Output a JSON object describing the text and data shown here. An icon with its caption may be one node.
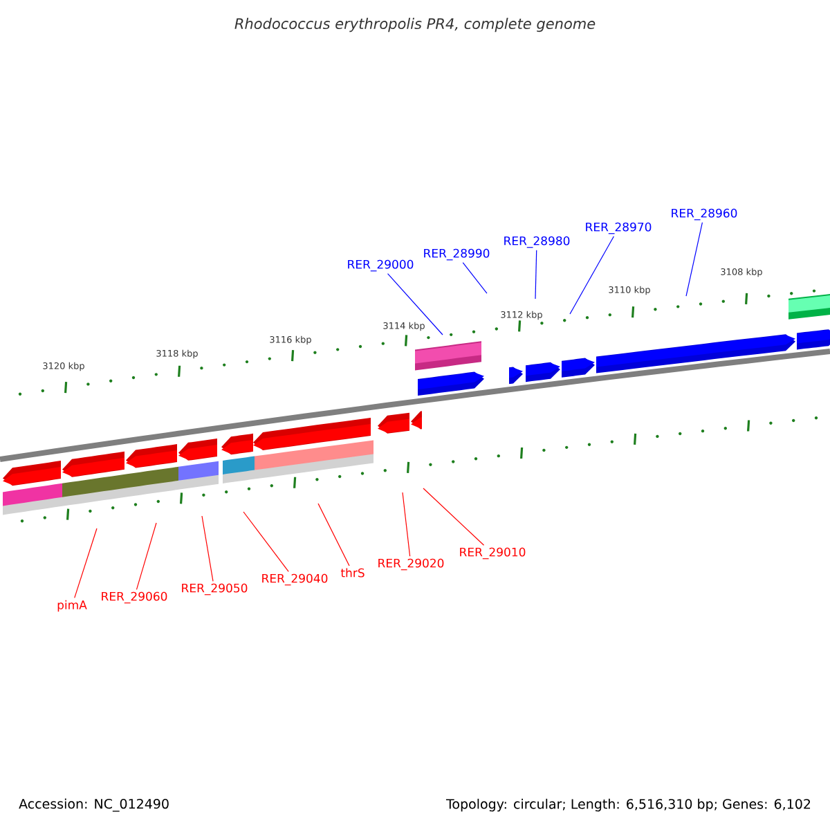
{
  "diagram": {
    "title": "Rhodococcus erythropolis PR4, complete genome",
    "nodes": [
      {
        "text": [
          "RER_29000"
        ]
      },
      {
        "text": [
          "RER_28990"
        ]
      },
      {
        "text": [
          "RER_28980"
        ]
      },
      {
        "text": [
          "RER_28970"
        ]
      },
      {
        "text": [
          "RER_28960"
        ]
      },
      {
        "text": [
          "pimA"
        ]
      },
      {
        "text": [
          "RER_29060"
        ]
      },
      {
        "text": [
          "RER_29050"
        ]
      },
      {
        "text": [
          "RER_29040"
        ]
      },
      {
        "text": [
          "thrS"
        ]
      },
      {
        "text": [
          "RER_29020"
        ]
      },
      {
        "text": [
          "RER_29010"
        ]
      }
    ],
    "edges": [
      {
        "from": 0,
        "to": null,
        "arrow": "none",
        "color": "#0000ff"
      },
      {
        "from": 1,
        "to": null,
        "arrow": "none",
        "color": "#0000ff"
      },
      {
        "from": 2,
        "to": null,
        "arrow": "none",
        "color": "#0000ff"
      },
      {
        "from": 3,
        "to": null,
        "arrow": "none",
        "color": "#0000ff"
      },
      {
        "from": 4,
        "to": null,
        "arrow": "none",
        "color": "#0000ff"
      },
      {
        "from": 5,
        "to": null,
        "arrow": "none"
      },
      {
        "from": 6,
        "to": null,
        "arrow": "none"
      },
      {
        "from": 7,
        "to": null,
        "arrow": "none"
      },
      {
        "from": 8,
        "to": null,
        "arrow": "none"
      },
      {
        "from": 9,
        "to": null,
        "arrow": "none"
      },
      {
        "from": 10,
        "to": null,
        "arrow": "none"
      },
      {
        "from": 11,
        "to": null,
        "arrow": "none"
      }
    ],
    "labels": [
      "3120 kbp",
      "3118 kbp",
      "3116 kbp",
      "3114 kbp",
      "3112 kbp",
      "3110 kbp",
      "3108 kbp",
      "Accession: NC_012490",
      "Topology: circular; Length: 6,516,310 bp; Genes: 6,102"
    ]
  }
}
